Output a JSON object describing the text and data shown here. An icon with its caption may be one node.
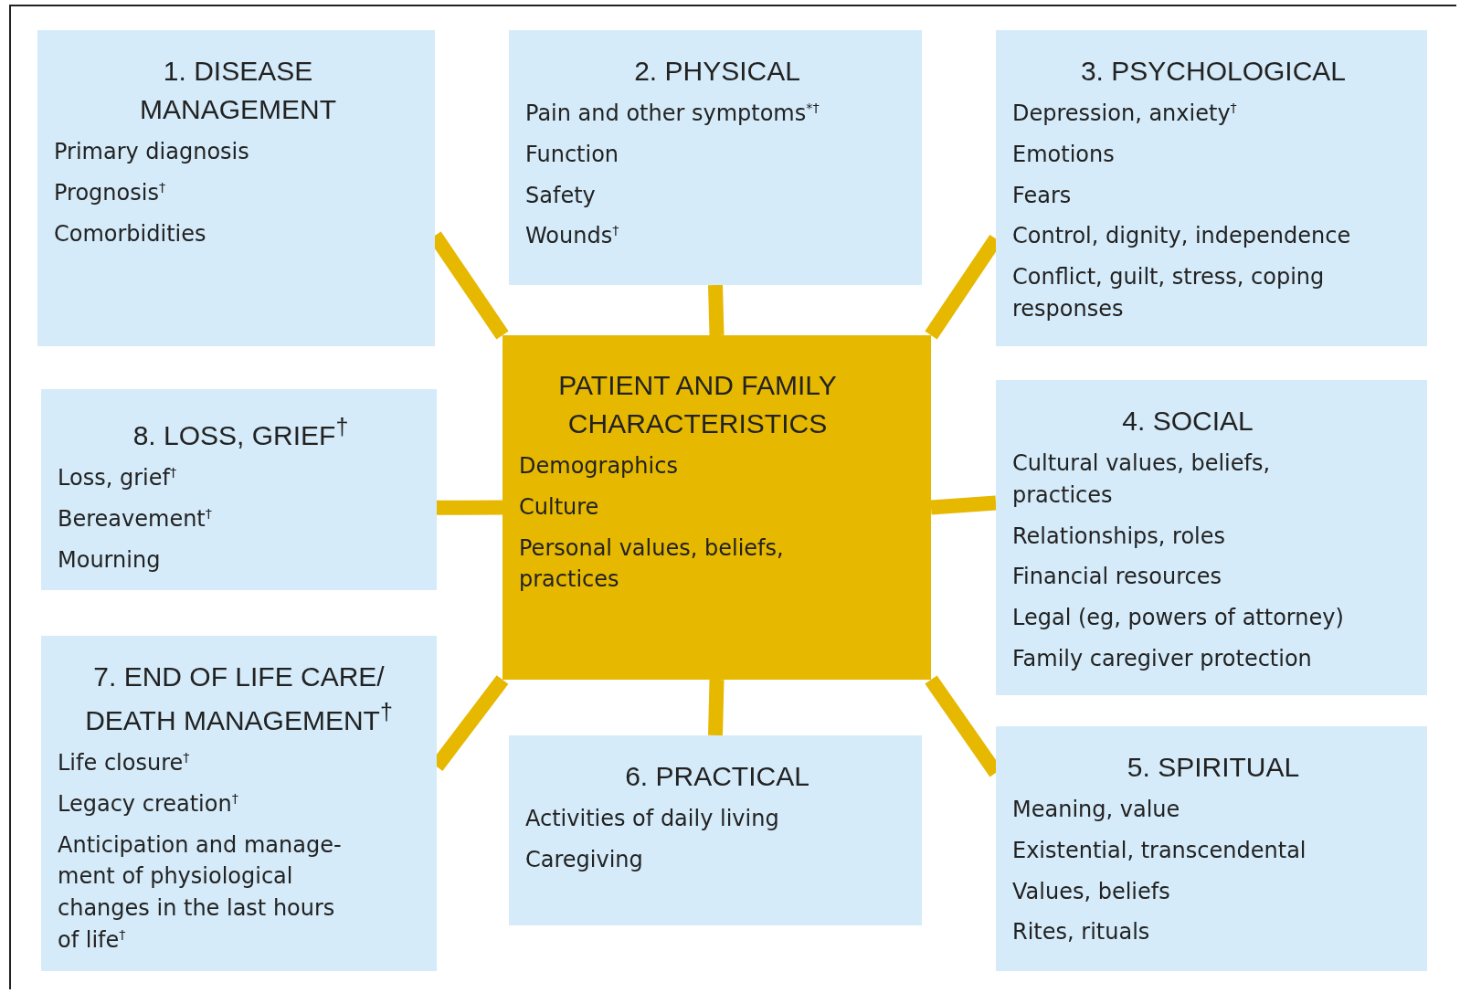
{
  "diagram": {
    "nodes": [
      {
        "text": [
          "1. DISEASE MANAGEMENT",
          "Primary diagnosis",
          "Prognosis$^{†}$",
          "Comorbidities"
        ]
      },
      {
        "text": [
          "2. PHYSICAL",
          "Pain and other symptoms$^{*†}$",
          "Function",
          "Safety",
          "Wounds$^{†}$"
        ]
      },
      {
        "text": [
          "3. PSYCHOLOGICAL",
          "Depression, anxiety$^{†}$",
          "Emotions",
          "Fears",
          "Control, dignity, independence",
          "Conflict, guilt, stress, coping responses"
        ]
      },
      {
        "text": [
          "8. LOSS, GRIEF$^{†}$",
          "Loss, grief$^{†}$",
          "Bereavement$^{†}$",
          "Mourning"
        ]
      },
      {
        "text": [
          "PATIENT AND FAMILY CHARACTERISTICS",
          "Demographics",
          "Culture",
          "Personal values, beliefs, practices"
        ]
      },
      {
        "text": [
          "4. SOCIAL",
          "Cultural values, beliefs, practices",
          "Relationships, roles",
          "Financial resources",
          "Legal (eg, powers of attorney)",
          "Family caregiver protection"
        ]
      },
      {
        "text": [
          "7. END OF LIFE CARE/ DEATH MANAGEMENT$^{†}$",
          "Life closure$^{†}$",
          "Legacy creation$^{†}$",
          "Anticipation and manage- ment of physiological changes in the last hours of life$^{†}$"
        ]
      },
      {
        "text": [
          "6. PRACTICAL",
          "Activities of daily living",
          "Caregiving"
        ]
      },
      {
        "text": [
          "5. SPIRITUAL",
          "Meaning, value",
          "Existential, transcendental",
          "Values, beliefs",
          "Rites, rituals"
        ]
      }
    ],
    "edges": [
      {
        "from": 4,
        "to": 0,
        "arrow": "none"
      },
      {
        "from": 4,
        "to": 1,
        "arrow": "none"
      },
      {
        "from": 4,
        "to": 2,
        "arrow": "none"
      },
      {
        "from": 4,
        "to": 3,
        "arrow": "none"
      },
      {
        "from": 4,
        "to": 5,
        "arrow": "none"
      },
      {
        "from": 4,
        "to": 6,
        "arrow": "none"
      },
      {
        "from": 4,
        "to": 7,
        "arrow": "none"
      },
      {
        "from": 4,
        "to": 8,
        "arrow": "none"
      }
    ]
  }
}
